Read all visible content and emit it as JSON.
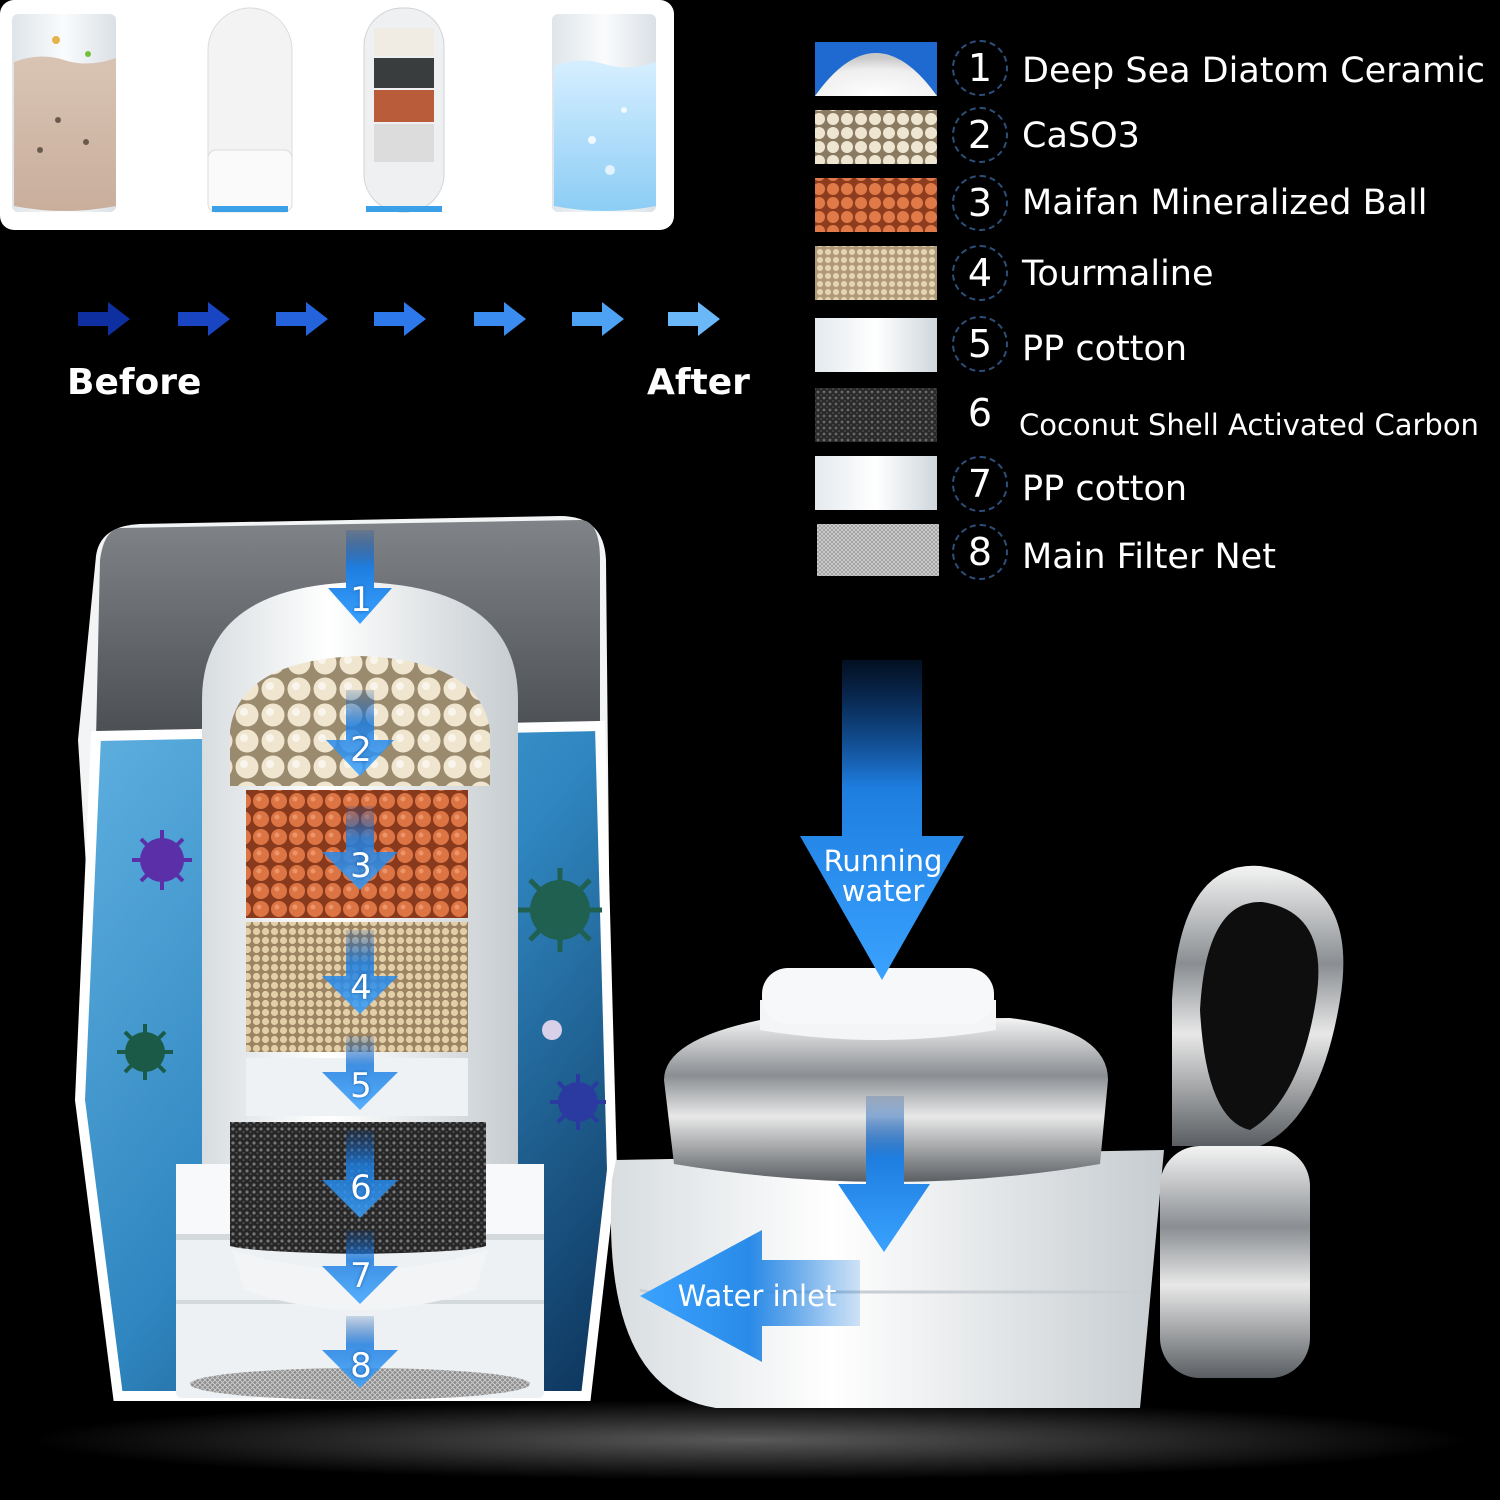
{
  "before_after": {
    "before_label": "Before",
    "after_label": "After"
  },
  "legend": [
    {
      "number": "1",
      "label": "Deep Sea Diatom Ceramic",
      "swatch": "ceramic"
    },
    {
      "number": "2",
      "label": "CaSO3",
      "swatch": "beads-cream"
    },
    {
      "number": "3",
      "label": "Maifan Mineralized Ball",
      "swatch": "beads-orange"
    },
    {
      "number": "4",
      "label": "Tourmaline",
      "swatch": "granules-tan"
    },
    {
      "number": "5",
      "label": "PP cotton",
      "swatch": "cotton-white"
    },
    {
      "number": "6",
      "label": "Coconut Shell Activated Carbon",
      "swatch": "carbon-black"
    },
    {
      "number": "7",
      "label": "PP cotton",
      "swatch": "cotton-white"
    },
    {
      "number": "8",
      "label": "Main Filter Net",
      "swatch": "mesh-gray"
    }
  ],
  "filter_stages": [
    "1",
    "2",
    "3",
    "4",
    "5",
    "6",
    "7",
    "8"
  ],
  "flow": {
    "running_water_label": "Running\nwater",
    "water_inlet_label": "Water inlet"
  },
  "colors": {
    "background": "#000000",
    "arrow_blue": "#2a8be8",
    "housing_blue": "#3f8fc4",
    "orange_ball": "#d8764a",
    "cream_ball": "#eee2c8"
  }
}
